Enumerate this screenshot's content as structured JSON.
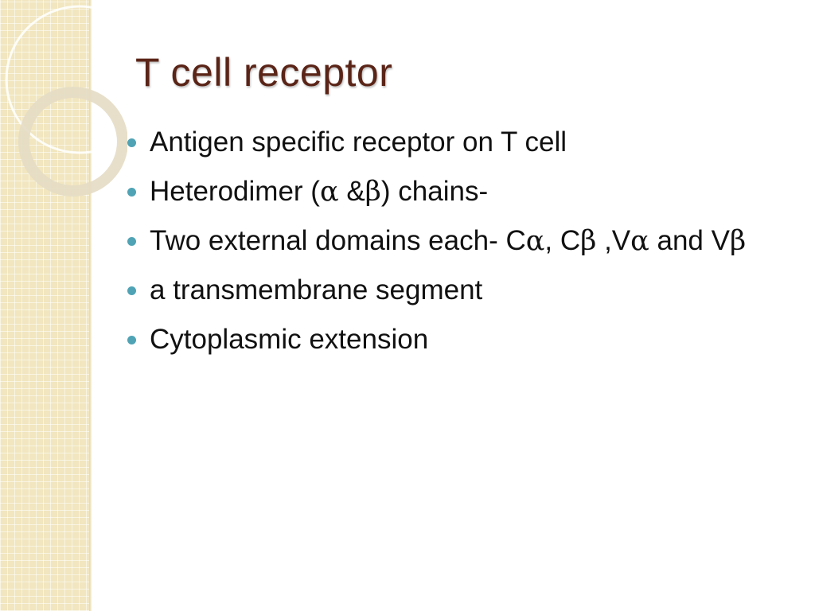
{
  "slide": {
    "title": "T cell receptor",
    "bullets": [
      {
        "segments": [
          "Antigen specific receptor on T cell"
        ]
      },
      {
        "segments": [
          "Heterodimer (",
          "α",
          " &",
          "β",
          ") chains-"
        ]
      },
      {
        "segments": [
          "Two external domains each- C",
          "α",
          ", C",
          "β",
          " ,V",
          "α",
          " and V",
          "β"
        ]
      },
      {
        "segments": [
          "a transmembrane segment"
        ]
      },
      {
        "segments": [
          "Cytoplasmic extension"
        ]
      }
    ]
  },
  "colors": {
    "title": "#5a2417",
    "bullet_dot": "#4fa3b5",
    "side_panel": "#f1e6bf"
  }
}
